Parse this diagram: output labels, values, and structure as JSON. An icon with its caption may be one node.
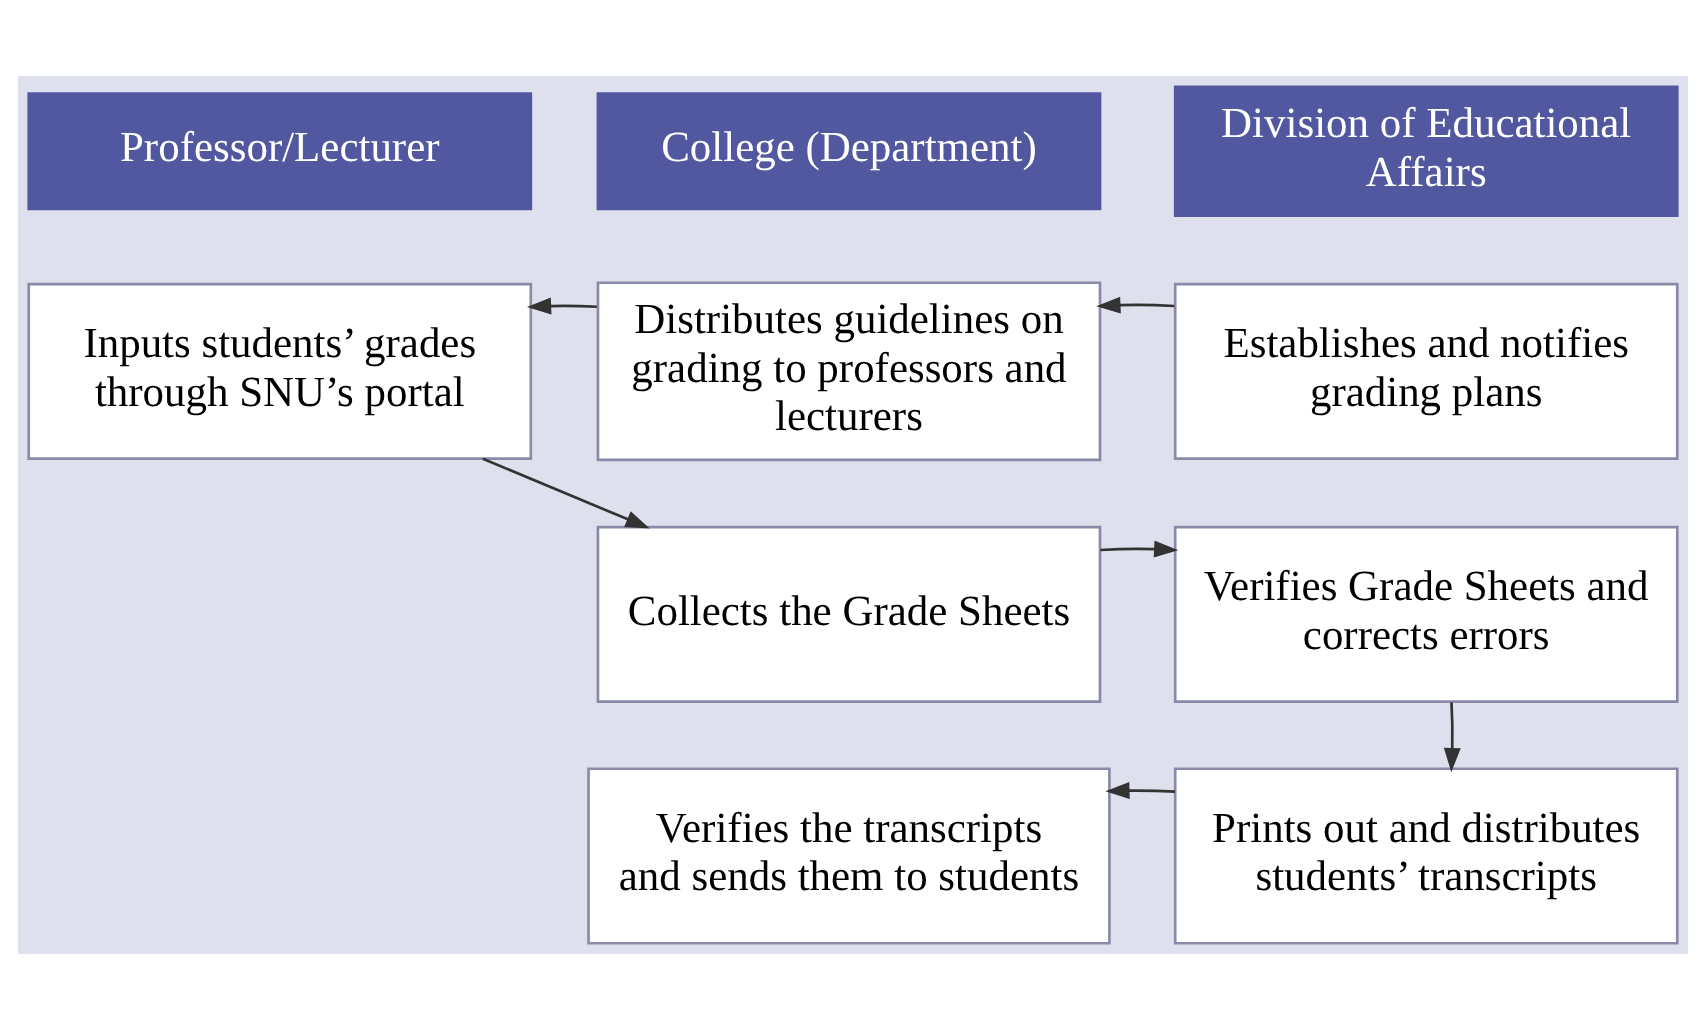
{
  "diagram": {
    "nodes": [
      {
        "text": [
          "Professor/Lecturer"
        ]
      },
      {
        "text": [
          "College (Department)"
        ]
      },
      {
        "text": [
          "Division of Educational Affairs"
        ]
      },
      {
        "text": [
          "Inputs students’ grades through SNU’s portal"
        ]
      },
      {
        "text": [
          "Distributes guidelines on grading to professors and lecturers"
        ]
      },
      {
        "text": [
          "Establishes and notifies grading plans"
        ]
      },
      {
        "text": [
          "Collects the Grade Sheets"
        ]
      },
      {
        "text": [
          "Verifies Grade Sheets and corrects errors"
        ]
      },
      {
        "text": [
          "Verifies the transcripts and sends them to students"
        ]
      },
      {
        "text": [
          "Prints out and distributes students’ transcripts"
        ]
      }
    ],
    "edges": [
      {
        "from": 5,
        "to": 4,
        "arrow": "to"
      },
      {
        "from": 4,
        "to": 3,
        "arrow": "to"
      },
      {
        "from": 3,
        "to": 6,
        "arrow": "to"
      },
      {
        "from": 6,
        "to": 7,
        "arrow": "to"
      },
      {
        "from": 7,
        "to": 9,
        "arrow": "to"
      },
      {
        "from": 9,
        "to": 8,
        "arrow": "to"
      }
    ]
  }
}
